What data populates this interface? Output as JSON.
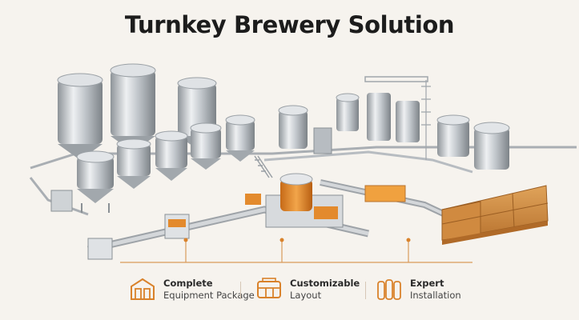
{
  "title": "Turnkey Brewery Solution",
  "accent_color": "#d9822b",
  "steel_color": "#c8ccd0",
  "features": [
    {
      "line1": "Complete",
      "line2": "Equipment Package",
      "icon": "brewhouse-icon"
    },
    {
      "line1": "Customizable",
      "line2": "Layout",
      "icon": "layout-icon"
    },
    {
      "line1": "Expert",
      "line2": "Installation",
      "icon": "tanks-icon"
    }
  ]
}
